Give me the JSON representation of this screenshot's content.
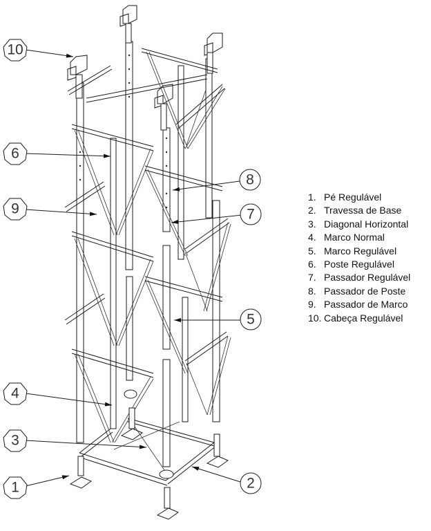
{
  "figure": {
    "title": "Scaffolding tower exploded view",
    "legend": [
      {
        "num": "1.",
        "label": "Pé Regulável"
      },
      {
        "num": "2.",
        "label": "Travessa de Base"
      },
      {
        "num": "3.",
        "label": "Diagonal Horizontal"
      },
      {
        "num": "4.",
        "label": "Marco Normal"
      },
      {
        "num": "5.",
        "label": "Marco Regulável"
      },
      {
        "num": "6.",
        "label": "Poste Regulável"
      },
      {
        "num": "7.",
        "label": "Passador Regulável"
      },
      {
        "num": "8.",
        "label": "Passador de Poste"
      },
      {
        "num": "9.",
        "label": "Passador de Marco"
      },
      {
        "num": "10.",
        "label": "Cabeça Regulável"
      }
    ],
    "callouts": [
      {
        "id": "10",
        "shape": "octagon",
        "side": "left"
      },
      {
        "id": "6",
        "shape": "octagon",
        "side": "left"
      },
      {
        "id": "9",
        "shape": "octagon",
        "side": "left"
      },
      {
        "id": "4",
        "shape": "octagon",
        "side": "left"
      },
      {
        "id": "3",
        "shape": "octagon",
        "side": "left"
      },
      {
        "id": "1",
        "shape": "octagon",
        "side": "left"
      },
      {
        "id": "8",
        "shape": "circle",
        "side": "right"
      },
      {
        "id": "7",
        "shape": "circle",
        "side": "right"
      },
      {
        "id": "5",
        "shape": "circle",
        "side": "right"
      },
      {
        "id": "2",
        "shape": "circle",
        "side": "right"
      }
    ]
  }
}
